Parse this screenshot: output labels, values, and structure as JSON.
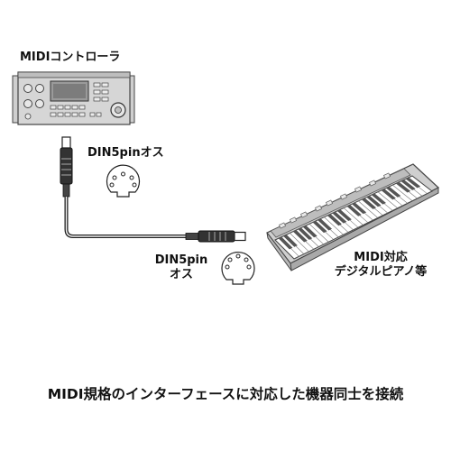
{
  "labels": {
    "controller": "MIDIコントローラ",
    "din_top": "DIN5pinオス",
    "din_bottom_line1": "DIN5pin",
    "din_bottom_line2": "オス",
    "device_line1": "MIDI対応",
    "device_line2": "デジタルピアノ等"
  },
  "caption": "MIDI規格のインターフェースに対応した機器同士を接続",
  "colors": {
    "device_fill": "#cfcfcf",
    "device_stroke": "#444444",
    "cable": "#222222",
    "keyboard_white": "#ffffff",
    "keyboard_black": "#555555"
  }
}
